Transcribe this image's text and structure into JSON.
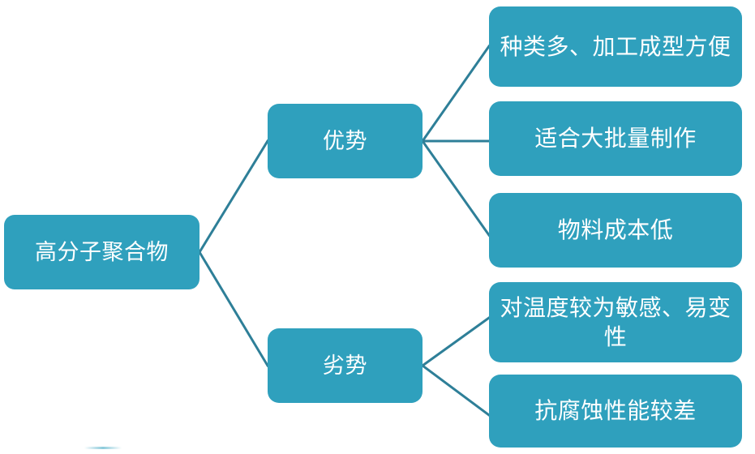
{
  "diagram": {
    "title": "高分子聚合物 优劣势结构图",
    "type": "mind-map",
    "accent_color": "#2FA0BD",
    "connector_color": "#2E7F98",
    "text_color": "#FFFFFF",
    "background_color": "#FFFFFF",
    "root": {
      "id": "root",
      "label": "高分子聚合物"
    },
    "branches": [
      {
        "id": "pros",
        "label": "优势",
        "children": [
          {
            "id": "leaf-0",
            "label": "种类多、加工成型方便"
          },
          {
            "id": "leaf-1",
            "label": "适合大批量制作"
          },
          {
            "id": "leaf-2",
            "label": "物料成本低"
          }
        ]
      },
      {
        "id": "cons",
        "label": "劣势",
        "children": [
          {
            "id": "leaf-3",
            "label": "对温度较为敏感、易变\n性"
          },
          {
            "id": "leaf-4",
            "label": "抗腐蚀性能较差"
          }
        ]
      }
    ]
  }
}
